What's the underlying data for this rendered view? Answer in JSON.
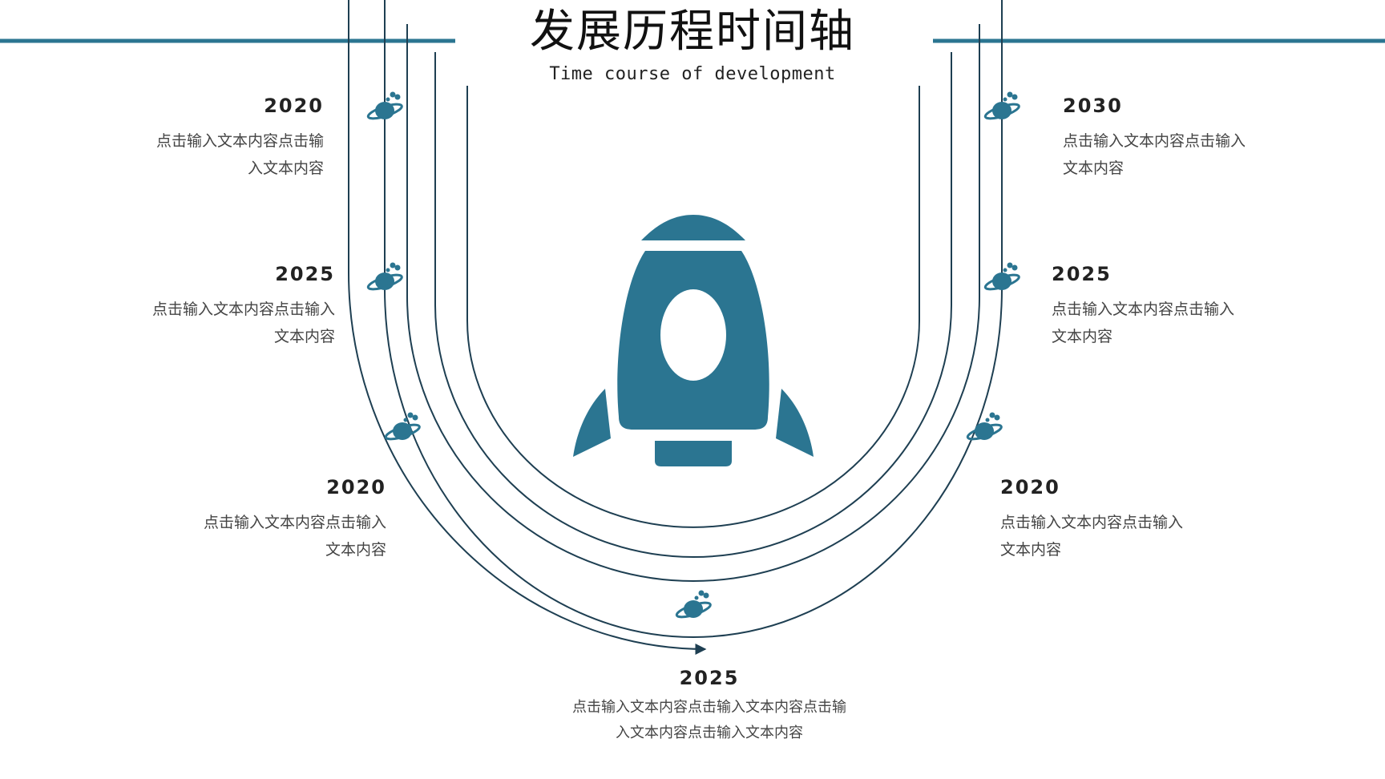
{
  "header": {
    "title": "发展历程时间轴",
    "subtitle": "Time course of development"
  },
  "colors": {
    "accent": "#2b7591",
    "line": "#1e3f52",
    "text_dark": "#222222",
    "text_body": "#444444"
  },
  "icons": {
    "milestone": "planet-icon",
    "center": "rocket-icon"
  },
  "milestones": {
    "left_top": {
      "year": "2020",
      "desc_line1": "点击输入文本内容点击输",
      "desc_line2": "入文本内容"
    },
    "left_mid": {
      "year": "2025",
      "desc_line1": "点击输入文本内容点击输入",
      "desc_line2": "文本内容"
    },
    "left_low": {
      "year": "2020",
      "desc_line1": "点击输入文本内容点击输入",
      "desc_line2": "文本内容"
    },
    "bottom": {
      "year": "2025",
      "desc_line1": "点击输入文本内容点击输入文本内容点击输",
      "desc_line2": "入文本内容点击输入文本内容"
    },
    "right_top": {
      "year": "2030",
      "desc_line1": "点击输入文本内容点击输入",
      "desc_line2": "文本内容"
    },
    "right_mid": {
      "year": "2025",
      "desc_line1": "点击输入文本内容点击输入",
      "desc_line2": "文本内容"
    },
    "right_low": {
      "year": "2020",
      "desc_line1": "点击输入文本内容点击输入",
      "desc_line2": "文本内容"
    }
  }
}
